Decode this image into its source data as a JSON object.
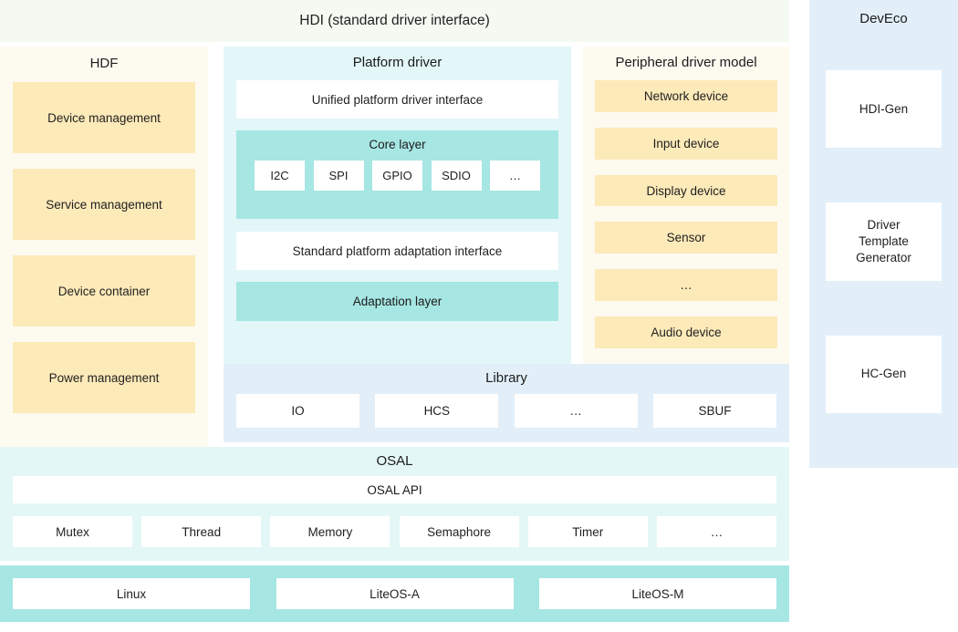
{
  "hdi": {
    "title": "HDI (standard driver interface)"
  },
  "hdf": {
    "title": "HDF",
    "items": [
      {
        "label": "Device management"
      },
      {
        "label": "Service management"
      },
      {
        "label": "Device container"
      },
      {
        "label": "Power management"
      }
    ]
  },
  "platform_driver": {
    "title": "Platform driver",
    "unified_interface": "Unified platform driver interface",
    "core_layer": {
      "title": "Core layer",
      "chips": [
        {
          "label": "I2C"
        },
        {
          "label": "SPI"
        },
        {
          "label": "GPIO"
        },
        {
          "label": "SDIO"
        },
        {
          "label": "…"
        }
      ]
    },
    "standard_adaptation_interface": "Standard platform adaptation interface",
    "adaptation_layer": "Adaptation layer"
  },
  "peripheral_driver_model": {
    "title": "Peripheral driver model",
    "items": [
      {
        "label": "Network device"
      },
      {
        "label": "Input device"
      },
      {
        "label": "Display device"
      },
      {
        "label": "Sensor"
      },
      {
        "label": "…"
      },
      {
        "label": "Audio device"
      }
    ]
  },
  "library": {
    "title": "Library",
    "items": [
      {
        "label": "IO"
      },
      {
        "label": "HCS"
      },
      {
        "label": "…"
      },
      {
        "label": "SBUF"
      }
    ]
  },
  "osal": {
    "title": "OSAL",
    "api": "OSAL API",
    "items": [
      {
        "label": "Mutex"
      },
      {
        "label": "Thread"
      },
      {
        "label": "Memory"
      },
      {
        "label": "Semaphore"
      },
      {
        "label": "Timer"
      },
      {
        "label": "…"
      }
    ]
  },
  "kernels": {
    "items": [
      {
        "label": "Linux"
      },
      {
        "label": "LiteOS-A"
      },
      {
        "label": "LiteOS-M"
      }
    ]
  },
  "deveco": {
    "title": "DevEco",
    "items": [
      {
        "label": "HDI-Gen"
      },
      {
        "label": "Driver\nTemplate\nGenerator"
      },
      {
        "label": "HC-Gen"
      }
    ]
  },
  "colors": {
    "hdi_band": "#f4faf1",
    "cream_panel": "#fdfaf0",
    "amber_item": "#fdeab9",
    "pale_cyan_panel": "#e3f6f8",
    "aqua_block": "#a6e6e3",
    "light_blue_panel": "#e2eff9",
    "osal_panel": "#e4f7f7",
    "white": "#ffffff",
    "text": "#1f1f1f"
  }
}
